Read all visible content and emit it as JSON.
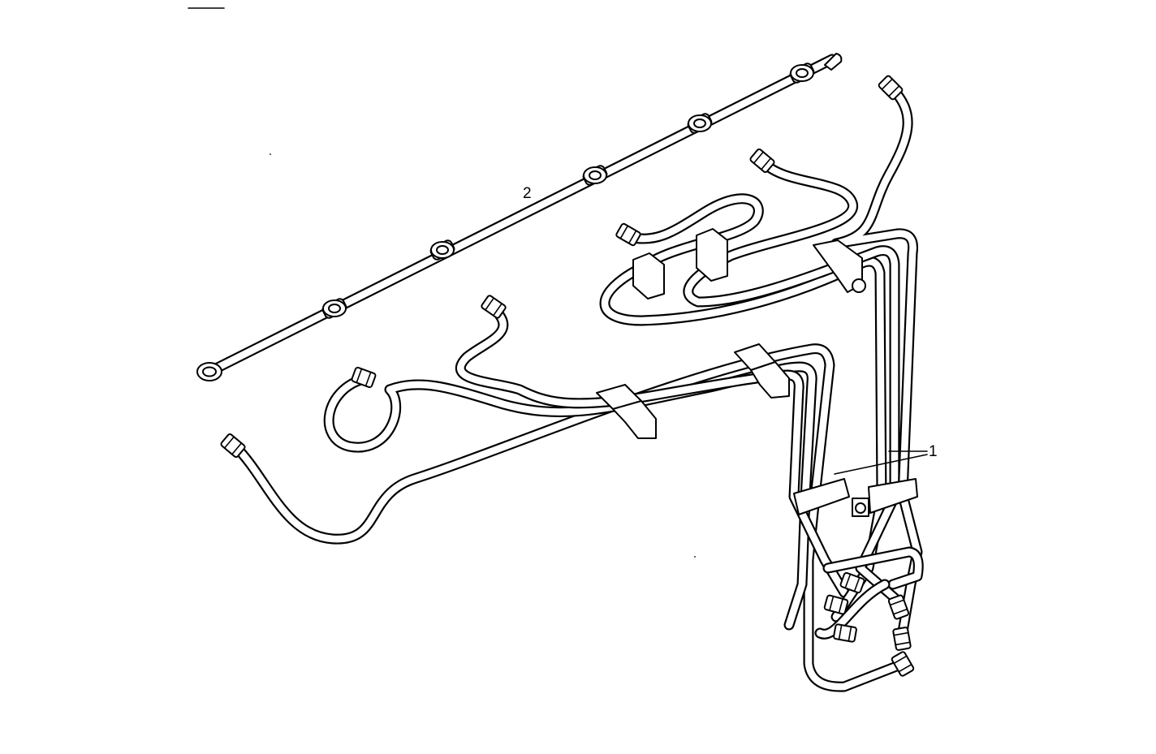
{
  "diagram": {
    "callouts": [
      {
        "id": "1",
        "label": "1"
      },
      {
        "id": "2",
        "label": "2"
      }
    ],
    "line_color": "#000000",
    "background_color": "#ffffff"
  }
}
